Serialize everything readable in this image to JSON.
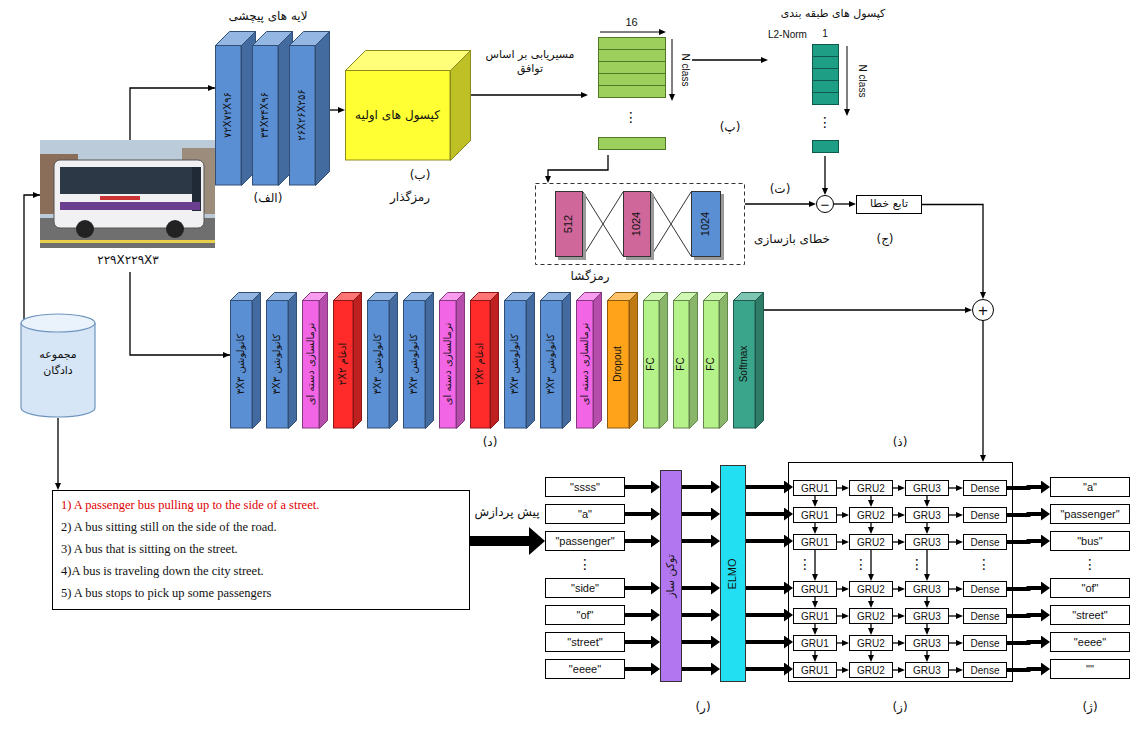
{
  "diagram": {
    "nodes": [
      {
        "text": [
          "۷۲X۷۲X۹۶"
        ]
      },
      {
        "text": [
          "۳۴X۳۴X۹۶"
        ]
      },
      {
        "text": [
          "۲۶X۲۶X۲۵۶"
        ]
      },
      {
        "text": [
          "کپسول های اولیه"
        ]
      },
      {
        "text": [
          "16",
          "N class"
        ]
      },
      {
        "text": [
          "کپسول های طبقه بندی",
          "L2-Norm",
          "1",
          "N class"
        ]
      },
      {
        "text": [
          "رمزگشا"
        ]
      },
      {
        "text": [
          "512"
        ],
        "in": 6
      },
      {
        "text": [
          "1024"
        ],
        "in": 6
      },
      {
        "text": [
          "1024"
        ],
        "in": 6
      },
      {
        "text": [
          "−"
        ]
      },
      {
        "text": [
          "تابع خطا"
        ]
      },
      {
        "text": [
          "+"
        ]
      },
      {
        "text": [
          "مجموعه دادگان"
        ]
      },
      {
        "text": [
          "کانولوشن ۳X۳"
        ]
      },
      {
        "text": [
          "کانولوشن ۳X۳"
        ]
      },
      {
        "text": [
          "نرمالسازی دسته ای"
        ]
      },
      {
        "text": [
          "ادغام ۲X۲"
        ]
      },
      {
        "text": [
          "کانولوشن ۳X۳"
        ]
      },
      {
        "text": [
          "کانولوشن ۳X۳"
        ]
      },
      {
        "text": [
          "نرمالسازی دسته ای"
        ]
      },
      {
        "text": [
          "ادغام ۲X۲"
        ]
      },
      {
        "text": [
          "کانولوشن ۳X۳"
        ]
      },
      {
        "text": [
          "کانولوشن ۳X۳"
        ]
      },
      {
        "text": [
          "نرمالسازی دسته ای"
        ]
      },
      {
        "text": [
          "Dropout"
        ]
      },
      {
        "text": [
          "FC"
        ]
      },
      {
        "text": [
          "FC"
        ]
      },
      {
        "text": [
          "FC"
        ]
      },
      {
        "text": [
          "Softmax"
        ]
      },
      {
        "text": [
          "1) A passenger bus pulling up to the side of a street.",
          "2) A bus sitting still on the side of the road.",
          "3) A bus that is sitting on the street.",
          "4)A bus is traveling down the city street.",
          "5) A bus stops to pick up some passengers"
        ]
      },
      {
        "text": [
          "\"ssss\""
        ]
      },
      {
        "text": [
          "\"a\""
        ]
      },
      {
        "text": [
          "\"passenger\""
        ]
      },
      {
        "text": [
          "\"side\""
        ]
      },
      {
        "text": [
          "\"of\""
        ]
      },
      {
        "text": [
          "\"street\""
        ]
      },
      {
        "text": [
          "\"eeee\""
        ]
      },
      {
        "text": [
          "توکن ساز"
        ]
      },
      {
        "text": [
          "ELMO"
        ]
      },
      {
        "text": []
      },
      {
        "text": [
          "GRU1"
        ],
        "in": 40
      },
      {
        "text": [
          "GRU2"
        ],
        "in": 40
      },
      {
        "text": [
          "GRU3"
        ],
        "in": 40
      },
      {
        "text": [
          "Dense"
        ],
        "in": 40
      },
      {
        "text": [
          "GRU1"
        ],
        "in": 40
      },
      {
        "text": [
          "GRU2"
        ],
        "in": 40
      },
      {
        "text": [
          "GRU3"
        ],
        "in": 40
      },
      {
        "text": [
          "Dense"
        ],
        "in": 40
      },
      {
        "text": [
          "GRU1"
        ],
        "in": 40
      },
      {
        "text": [
          "GRU2"
        ],
        "in": 40
      },
      {
        "text": [
          "GRU3"
        ],
        "in": 40
      },
      {
        "text": [
          "Dense"
        ],
        "in": 40
      },
      {
        "text": [
          "GRU1"
        ],
        "in": 40
      },
      {
        "text": [
          "GRU2"
        ],
        "in": 40
      },
      {
        "text": [
          "GRU3"
        ],
        "in": 40
      },
      {
        "text": [
          "Dense"
        ],
        "in": 40
      },
      {
        "text": [
          "GRU1"
        ],
        "in": 40
      },
      {
        "text": [
          "GRU2"
        ],
        "in": 40
      },
      {
        "text": [
          "GRU3"
        ],
        "in": 40
      },
      {
        "text": [
          "Dense"
        ],
        "in": 40
      },
      {
        "text": [
          "GRU1"
        ],
        "in": 40
      },
      {
        "text": [
          "GRU2"
        ],
        "in": 40
      },
      {
        "text": [
          "GRU3"
        ],
        "in": 40
      },
      {
        "text": [
          "Dense"
        ],
        "in": 40
      },
      {
        "text": [
          "GRU1"
        ],
        "in": 40
      },
      {
        "text": [
          "GRU2"
        ],
        "in": 40
      },
      {
        "text": [
          "GRU3"
        ],
        "in": 40
      },
      {
        "text": [
          "Dense"
        ],
        "in": 40
      },
      {
        "text": [
          "\"a\""
        ]
      },
      {
        "text": [
          "\"passenger\""
        ]
      },
      {
        "text": [
          "\"bus\""
        ]
      },
      {
        "text": [
          "\"of\""
        ]
      },
      {
        "text": [
          "\"street\""
        ]
      },
      {
        "text": [
          "\"eeee\""
        ]
      },
      {
        "text": [
          "\"\""
        ]
      }
    ],
    "edges": [
      {
        "from": 2,
        "to": 3,
        "arrow": "to"
      },
      {
        "from": 3,
        "to": 4,
        "arrow": "to"
      },
      {
        "from": 4,
        "to": 5,
        "arrow": "to"
      },
      {
        "from": 4,
        "to": 6,
        "arrow": "to"
      },
      {
        "from": 7,
        "to": 8,
        "arrow": "none"
      },
      {
        "from": 8,
        "to": 9,
        "arrow": "none"
      },
      {
        "from": 6,
        "to": 10,
        "arrow": "to"
      },
      {
        "from": 5,
        "to": 10,
        "arrow": "to"
      },
      {
        "from": 10,
        "to": 11,
        "arrow": "to"
      },
      {
        "from": 11,
        "to": 12,
        "arrow": "to"
      },
      {
        "from": 29,
        "to": 12,
        "arrow": "to"
      },
      {
        "from": 12,
        "to": 40,
        "arrow": "to"
      },
      {
        "from": 13,
        "to": 30,
        "arrow": "to"
      },
      {
        "from": 30,
        "to": 33,
        "arrow": "to"
      },
      {
        "from": 31,
        "to": 38,
        "arrow": "to"
      },
      {
        "from": 32,
        "to": 38,
        "arrow": "to"
      },
      {
        "from": 33,
        "to": 38,
        "arrow": "to"
      },
      {
        "from": 34,
        "to": 38,
        "arrow": "to"
      },
      {
        "from": 35,
        "to": 38,
        "arrow": "to"
      },
      {
        "from": 36,
        "to": 38,
        "arrow": "to"
      },
      {
        "from": 37,
        "to": 38,
        "arrow": "to"
      },
      {
        "from": 38,
        "to": 39,
        "arrow": "to"
      },
      {
        "from": 38,
        "to": 39,
        "arrow": "to"
      },
      {
        "from": 38,
        "to": 39,
        "arrow": "to"
      },
      {
        "from": 38,
        "to": 39,
        "arrow": "to"
      },
      {
        "from": 38,
        "to": 39,
        "arrow": "to"
      },
      {
        "from": 38,
        "to": 39,
        "arrow": "to"
      },
      {
        "from": 38,
        "to": 39,
        "arrow": "to"
      },
      {
        "from": 39,
        "to": 41,
        "arrow": "to"
      },
      {
        "from": 39,
        "to": 45,
        "arrow": "to"
      },
      {
        "from": 39,
        "to": 49,
        "arrow": "to"
      },
      {
        "from": 39,
        "to": 53,
        "arrow": "to"
      },
      {
        "from": 39,
        "to": 57,
        "arrow": "to"
      },
      {
        "from": 39,
        "to": 61,
        "arrow": "to"
      },
      {
        "from": 39,
        "to": 65,
        "arrow": "to"
      },
      {
        "from": 41,
        "to": 42,
        "arrow": "to"
      },
      {
        "from": 42,
        "to": 43,
        "arrow": "to"
      },
      {
        "from": 43,
        "to": 44,
        "arrow": "to"
      },
      {
        "from": 45,
        "to": 46,
        "arrow": "to"
      },
      {
        "from": 46,
        "to": 47,
        "arrow": "to"
      },
      {
        "from": 47,
        "to": 48,
        "arrow": "to"
      },
      {
        "from": 49,
        "to": 50,
        "arrow": "to"
      },
      {
        "from": 50,
        "to": 51,
        "arrow": "to"
      },
      {
        "from": 51,
        "to": 52,
        "arrow": "to"
      },
      {
        "from": 53,
        "to": 54,
        "arrow": "to"
      },
      {
        "from": 54,
        "to": 55,
        "arrow": "to"
      },
      {
        "from": 55,
        "to": 56,
        "arrow": "to"
      },
      {
        "from": 57,
        "to": 58,
        "arrow": "to"
      },
      {
        "from": 58,
        "to": 59,
        "arrow": "to"
      },
      {
        "from": 59,
        "to": 60,
        "arrow": "to"
      },
      {
        "from": 61,
        "to": 62,
        "arrow": "to"
      },
      {
        "from": 62,
        "to": 63,
        "arrow": "to"
      },
      {
        "from": 63,
        "to": 64,
        "arrow": "to"
      },
      {
        "from": 65,
        "to": 66,
        "arrow": "to"
      },
      {
        "from": 66,
        "to": 67,
        "arrow": "to"
      },
      {
        "from": 67,
        "to": 68,
        "arrow": "to"
      },
      {
        "from": 41,
        "to": 45,
        "arrow": "to"
      },
      {
        "from": 42,
        "to": 46,
        "arrow": "to"
      },
      {
        "from": 43,
        "to": 47,
        "arrow": "to"
      },
      {
        "from": 45,
        "to": 49,
        "arrow": "to"
      },
      {
        "from": 46,
        "to": 50,
        "arrow": "to"
      },
      {
        "from": 47,
        "to": 51,
        "arrow": "to"
      },
      {
        "from": 49,
        "to": 53,
        "arrow": "to"
      },
      {
        "from": 50,
        "to": 54,
        "arrow": "to"
      },
      {
        "from": 51,
        "to": 55,
        "arrow": "to"
      },
      {
        "from": 53,
        "to": 57,
        "arrow": "to"
      },
      {
        "from": 54,
        "to": 58,
        "arrow": "to"
      },
      {
        "from": 55,
        "to": 59,
        "arrow": "to"
      },
      {
        "from": 57,
        "to": 61,
        "arrow": "to"
      },
      {
        "from": 58,
        "to": 62,
        "arrow": "to"
      },
      {
        "from": 59,
        "to": 63,
        "arrow": "to"
      },
      {
        "from": 61,
        "to": 65,
        "arrow": "to"
      },
      {
        "from": 62,
        "to": 66,
        "arrow": "to"
      },
      {
        "from": 63,
        "to": 67,
        "arrow": "to"
      },
      {
        "from": 44,
        "to": 69,
        "arrow": "to"
      },
      {
        "from": 48,
        "to": 70,
        "arrow": "to"
      },
      {
        "from": 52,
        "to": 71,
        "arrow": "to"
      },
      {
        "from": 56,
        "to": 72,
        "arrow": "to"
      },
      {
        "from": 60,
        "to": 73,
        "arrow": "to"
      },
      {
        "from": 64,
        "to": 74,
        "arrow": "to"
      },
      {
        "from": 68,
        "to": 75,
        "arrow": "to"
      }
    ],
    "labels": [
      "لایه های پیچشی",
      "(الف)",
      "(ب)",
      "رمزگذار",
      "مسیریابی بر اساس توافق",
      "(پ)",
      "(ت)",
      "خطای بازسازی",
      "(ج)",
      "۲۲۹X۲۲۹X۳",
      "(د)",
      "(ذ)",
      "پیش پردازش",
      "⋮",
      "⋮",
      "⋮",
      "⋮",
      "⋮",
      "⋮",
      "⋮",
      "⋮",
      "(ر)",
      "(ز)",
      "(ژ)"
    ]
  }
}
